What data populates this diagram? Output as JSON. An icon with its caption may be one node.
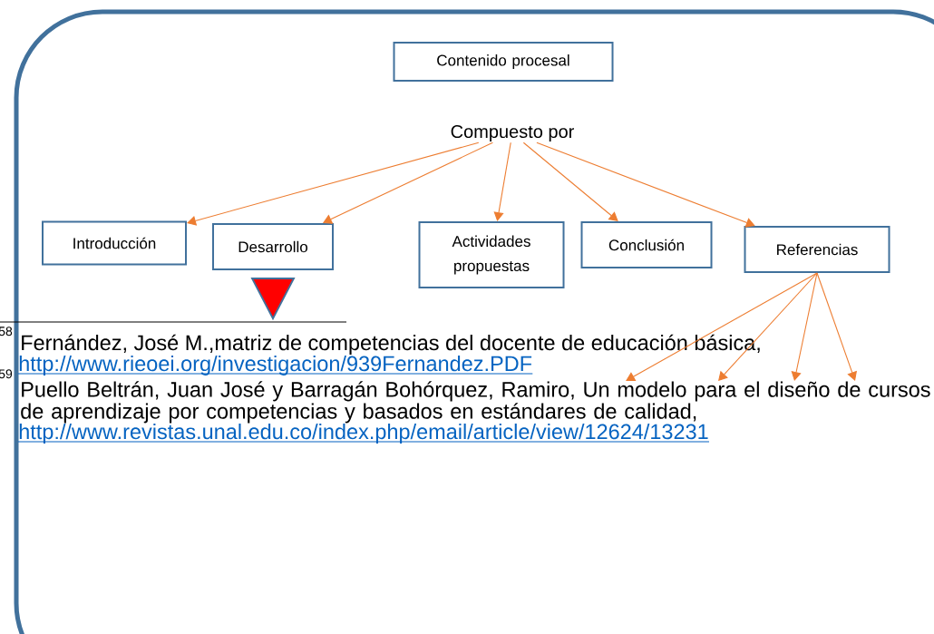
{
  "diagram": {
    "nodes": [
      {
        "text": [
          "Contenido procesal"
        ]
      },
      {
        "text": [
          "Compuesto por"
        ]
      },
      {
        "text": [
          "Introducción"
        ]
      },
      {
        "text": [
          "Desarrollo"
        ]
      },
      {
        "text": [
          "Actividades propuestas"
        ]
      },
      {
        "text": [
          "Conclusión"
        ]
      },
      {
        "text": [
          "Referencias"
        ]
      },
      {
        "text": [],
        "shape": "triangle"
      },
      {
        "text": [
          "Puello Beltrán, Juan José y Barragán Bohórquez, Ramiro, Un modelo para el diseño de cursos de aprendizaje por competencias y basados en estándares de calidad,"
        ]
      }
    ],
    "edges": [
      {
        "from": 1,
        "to": 2,
        "arrow": "to"
      },
      {
        "from": 1,
        "to": 3,
        "arrow": "to"
      },
      {
        "from": 1,
        "to": 4,
        "arrow": "to"
      },
      {
        "from": 1,
        "to": 5,
        "arrow": "to"
      },
      {
        "from": 1,
        "to": 6,
        "arrow": "to"
      },
      {
        "from": 6,
        "to": 8,
        "arrow": "to"
      },
      {
        "from": 6,
        "to": 8,
        "arrow": "to"
      },
      {
        "from": 6,
        "to": 8,
        "arrow": "to"
      },
      {
        "from": 6,
        "to": 8,
        "arrow": "to"
      }
    ],
    "labels": [
      "58",
      "Fernández, José M.,matriz de competencias del docente de educación básica,",
      "http://www.rieoei.org/investigacion/939Fernandez.PDF",
      "59",
      "http://www.revistas.unal.edu.co/index.php/email/article/view/12624/13231"
    ]
  }
}
